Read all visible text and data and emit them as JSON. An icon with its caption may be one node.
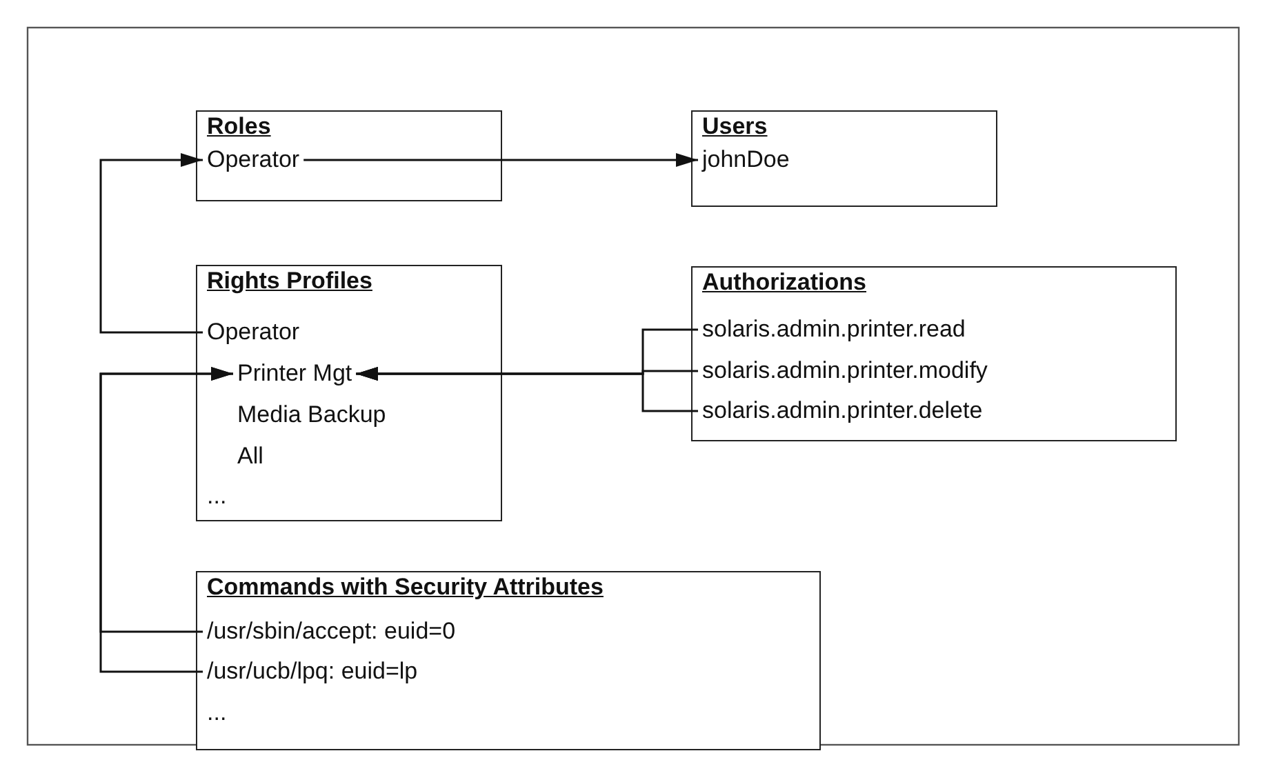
{
  "diagram": {
    "nodes": [
      {
        "text": [
          "Roles"
        ]
      },
      {
        "text": [
          "Operator"
        ],
        "in": 0
      },
      {
        "text": [
          "Users"
        ]
      },
      {
        "text": [
          "johnDoe"
        ],
        "in": 2
      },
      {
        "text": [
          "Rights Profiles"
        ]
      },
      {
        "text": [
          "Operator"
        ],
        "in": 4
      },
      {
        "text": [
          "Printer Mgt"
        ],
        "in": 4
      },
      {
        "text": [
          "Media Backup"
        ],
        "in": 4
      },
      {
        "text": [
          "All"
        ],
        "in": 4
      },
      {
        "text": [
          "..."
        ],
        "in": 4
      },
      {
        "text": [
          "Authorizations"
        ]
      },
      {
        "text": [
          "solaris.admin.printer.read"
        ],
        "in": 10
      },
      {
        "text": [
          "solaris.admin.printer.modify"
        ],
        "in": 10
      },
      {
        "text": [
          "solaris.admin.printer.delete"
        ],
        "in": 10
      },
      {
        "text": [
          "Commands with Security Attributes"
        ]
      },
      {
        "text": [
          "/usr/sbin/accept: euid=0"
        ],
        "in": 14
      },
      {
        "text": [
          "/usr/ucb/lpq: euid=lp"
        ],
        "in": 14
      },
      {
        "text": [
          "..."
        ],
        "in": 14
      }
    ],
    "edges": [
      {
        "from": 1,
        "to": 3,
        "arrow": "to"
      },
      {
        "from": 5,
        "to": 1,
        "arrow": "to"
      },
      {
        "from": 11,
        "to": 6,
        "arrow": "to"
      },
      {
        "from": 12,
        "to": 6,
        "arrow": "to"
      },
      {
        "from": 13,
        "to": 6,
        "arrow": "to"
      },
      {
        "from": 15,
        "to": 6,
        "arrow": "to"
      },
      {
        "from": 16,
        "to": 6,
        "arrow": "to"
      }
    ]
  }
}
